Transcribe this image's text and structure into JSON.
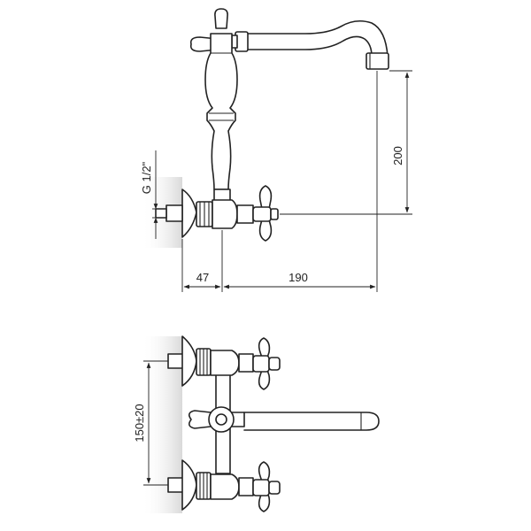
{
  "dimensions": {
    "thread_size": "G 1/2\"",
    "spout_height": "200",
    "wall_offset": "47",
    "spout_reach": "190",
    "inlet_spacing": "150±20"
  },
  "colors": {
    "line": "#222222",
    "background": "#ffffff",
    "wall_shadow": "#d9d9d9"
  }
}
